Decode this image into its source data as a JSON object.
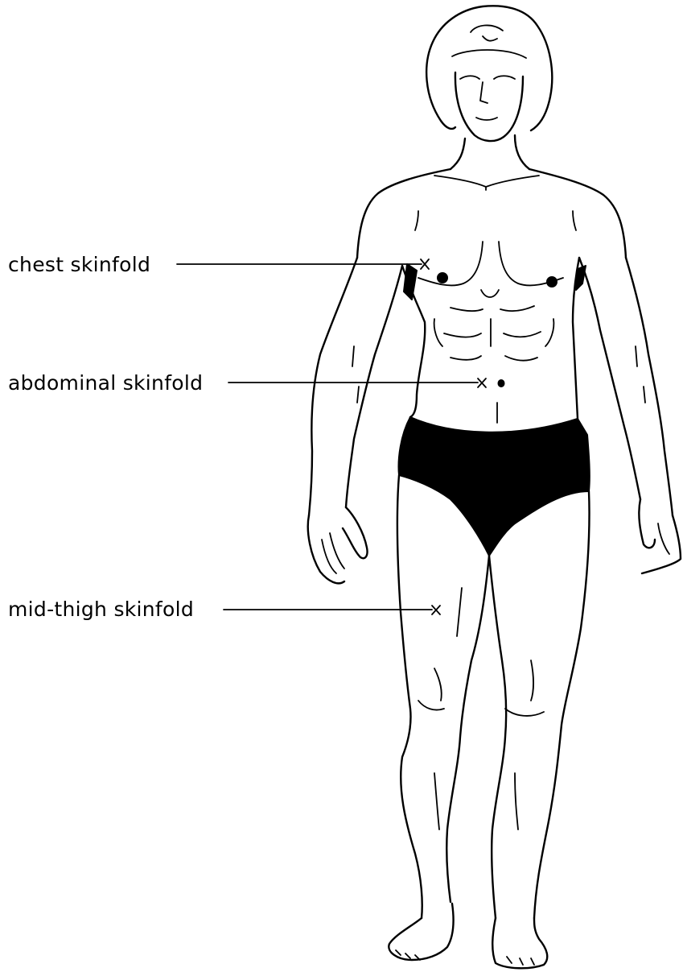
{
  "labels": {
    "chest": "chest skinfold",
    "abdominal": "abdominal skinfold",
    "thigh": "mid-thigh skinfold"
  },
  "colors": {
    "ink": "#000000",
    "background": "#ffffff"
  }
}
